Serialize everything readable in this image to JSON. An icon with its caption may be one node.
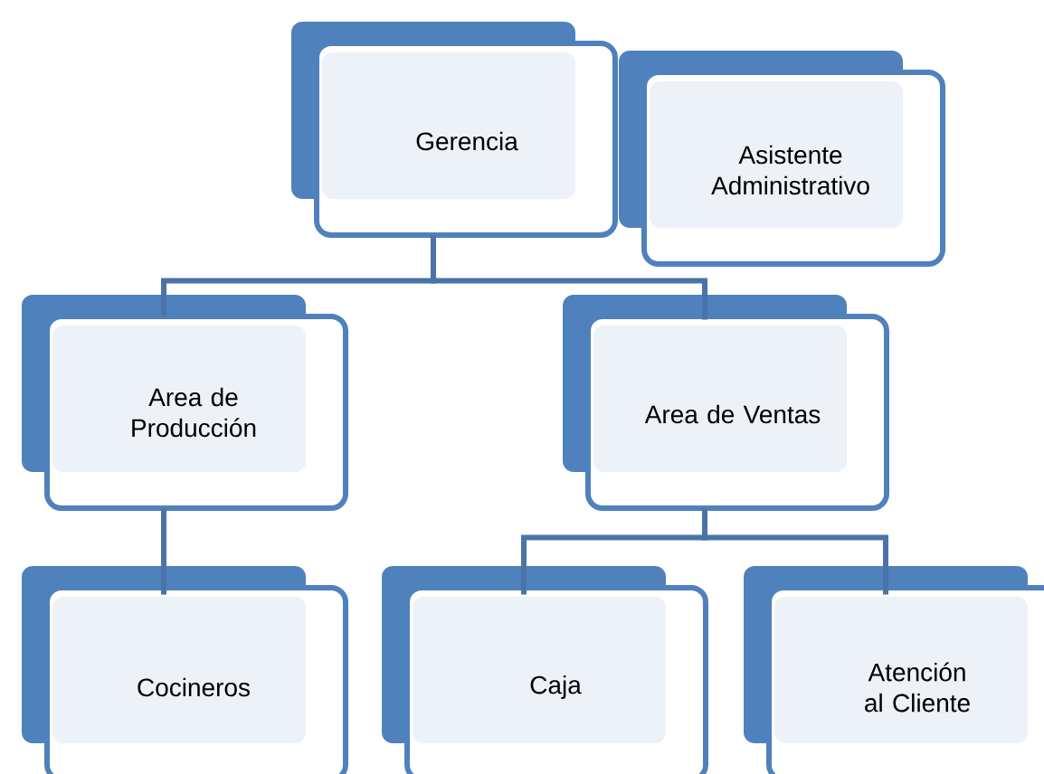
{
  "diagram": {
    "nodes": [
      {
        "text": [
          "Gerencia"
        ]
      },
      {
        "text": [
          "Asistente Administrativo"
        ]
      },
      {
        "text": [
          "Area de Producción"
        ]
      },
      {
        "text": [
          "Area de Ventas"
        ]
      },
      {
        "text": [
          "Cocineros"
        ]
      },
      {
        "text": [
          "Caja"
        ]
      },
      {
        "text": [
          "Atención al Cliente"
        ]
      }
    ],
    "edges": [
      {
        "from": 0,
        "to": 2,
        "arrow": "none"
      },
      {
        "from": 0,
        "to": 3,
        "arrow": "none"
      },
      {
        "from": 2,
        "to": 4,
        "arrow": "none"
      },
      {
        "from": 3,
        "to": 5,
        "arrow": "none"
      },
      {
        "from": 3,
        "to": 6,
        "arrow": "none"
      }
    ]
  }
}
